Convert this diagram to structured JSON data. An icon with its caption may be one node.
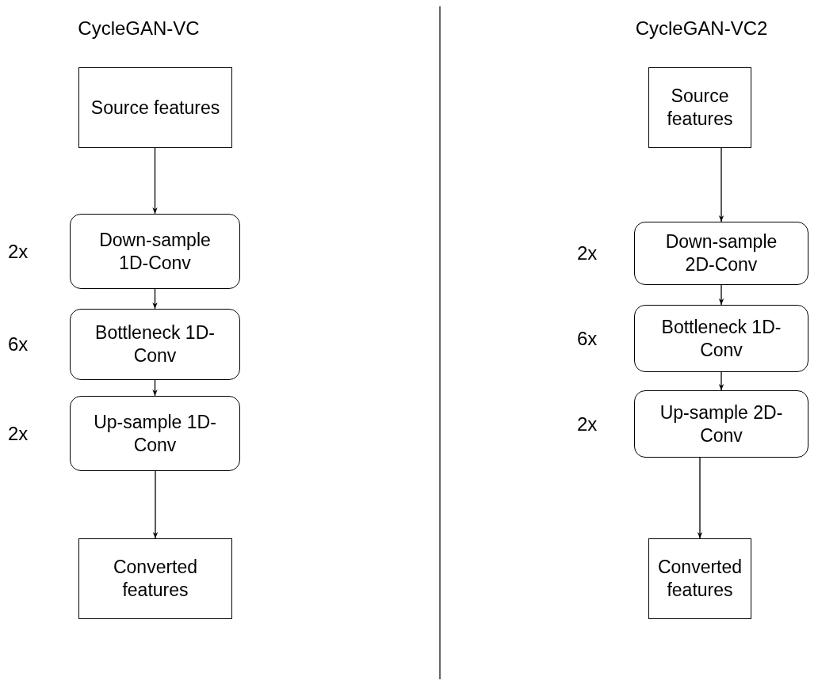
{
  "diagram": {
    "nodes": [
      {
        "text": [
          "Source features"
        ]
      },
      {
        "text": [
          "Down-sample 1D-Conv"
        ],
        "beside": [
          "2x"
        ]
      },
      {
        "text": [
          "Bottleneck 1D-Conv"
        ],
        "beside": [
          "6x"
        ]
      },
      {
        "text": [
          "Up-sample 1D-Conv"
        ],
        "beside": [
          "2x"
        ]
      },
      {
        "text": [
          "Converted features"
        ]
      },
      {
        "text": [
          "Source features"
        ]
      },
      {
        "text": [
          "Down-sample 2D-Conv"
        ],
        "beside": [
          "2x"
        ]
      },
      {
        "text": [
          "Bottleneck 1D-Conv"
        ],
        "beside": [
          "6x"
        ]
      },
      {
        "text": [
          "Up-sample 2D-Conv"
        ],
        "beside": [
          "2x"
        ]
      },
      {
        "text": [
          "Converted features"
        ]
      }
    ],
    "edges": [
      {
        "from": 0,
        "to": 1,
        "arrow": "to"
      },
      {
        "from": 1,
        "to": 2,
        "arrow": "to"
      },
      {
        "from": 2,
        "to": 3,
        "arrow": "to"
      },
      {
        "from": 3,
        "to": 4,
        "arrow": "to"
      },
      {
        "from": 5,
        "to": 6,
        "arrow": "to"
      },
      {
        "from": 6,
        "to": 7,
        "arrow": "to"
      },
      {
        "from": 7,
        "to": 8,
        "arrow": "to"
      },
      {
        "from": 8,
        "to": 9,
        "arrow": "to"
      }
    ],
    "labels": [
      "CycleGAN-VC",
      "CycleGAN-VC2"
    ]
  }
}
